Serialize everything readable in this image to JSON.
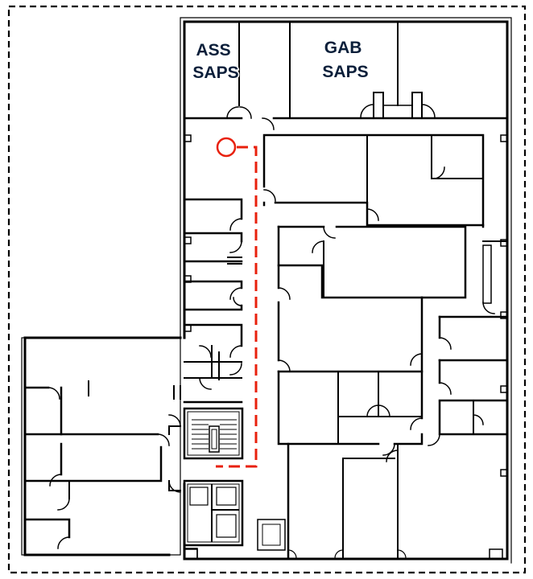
{
  "floor_plan": {
    "rooms": [
      {
        "id": "ass-saps",
        "lines": [
          "ASS",
          "SAPS"
        ]
      },
      {
        "id": "gab-saps",
        "lines": [
          "GAB",
          "SAPS"
        ]
      }
    ],
    "route": {
      "color": "#e8200c",
      "line_style": "dashed",
      "start_marker": "circle"
    },
    "colors": {
      "walls": "#000000",
      "boundary": "#000000",
      "label_text": "#0b1f3a"
    }
  }
}
